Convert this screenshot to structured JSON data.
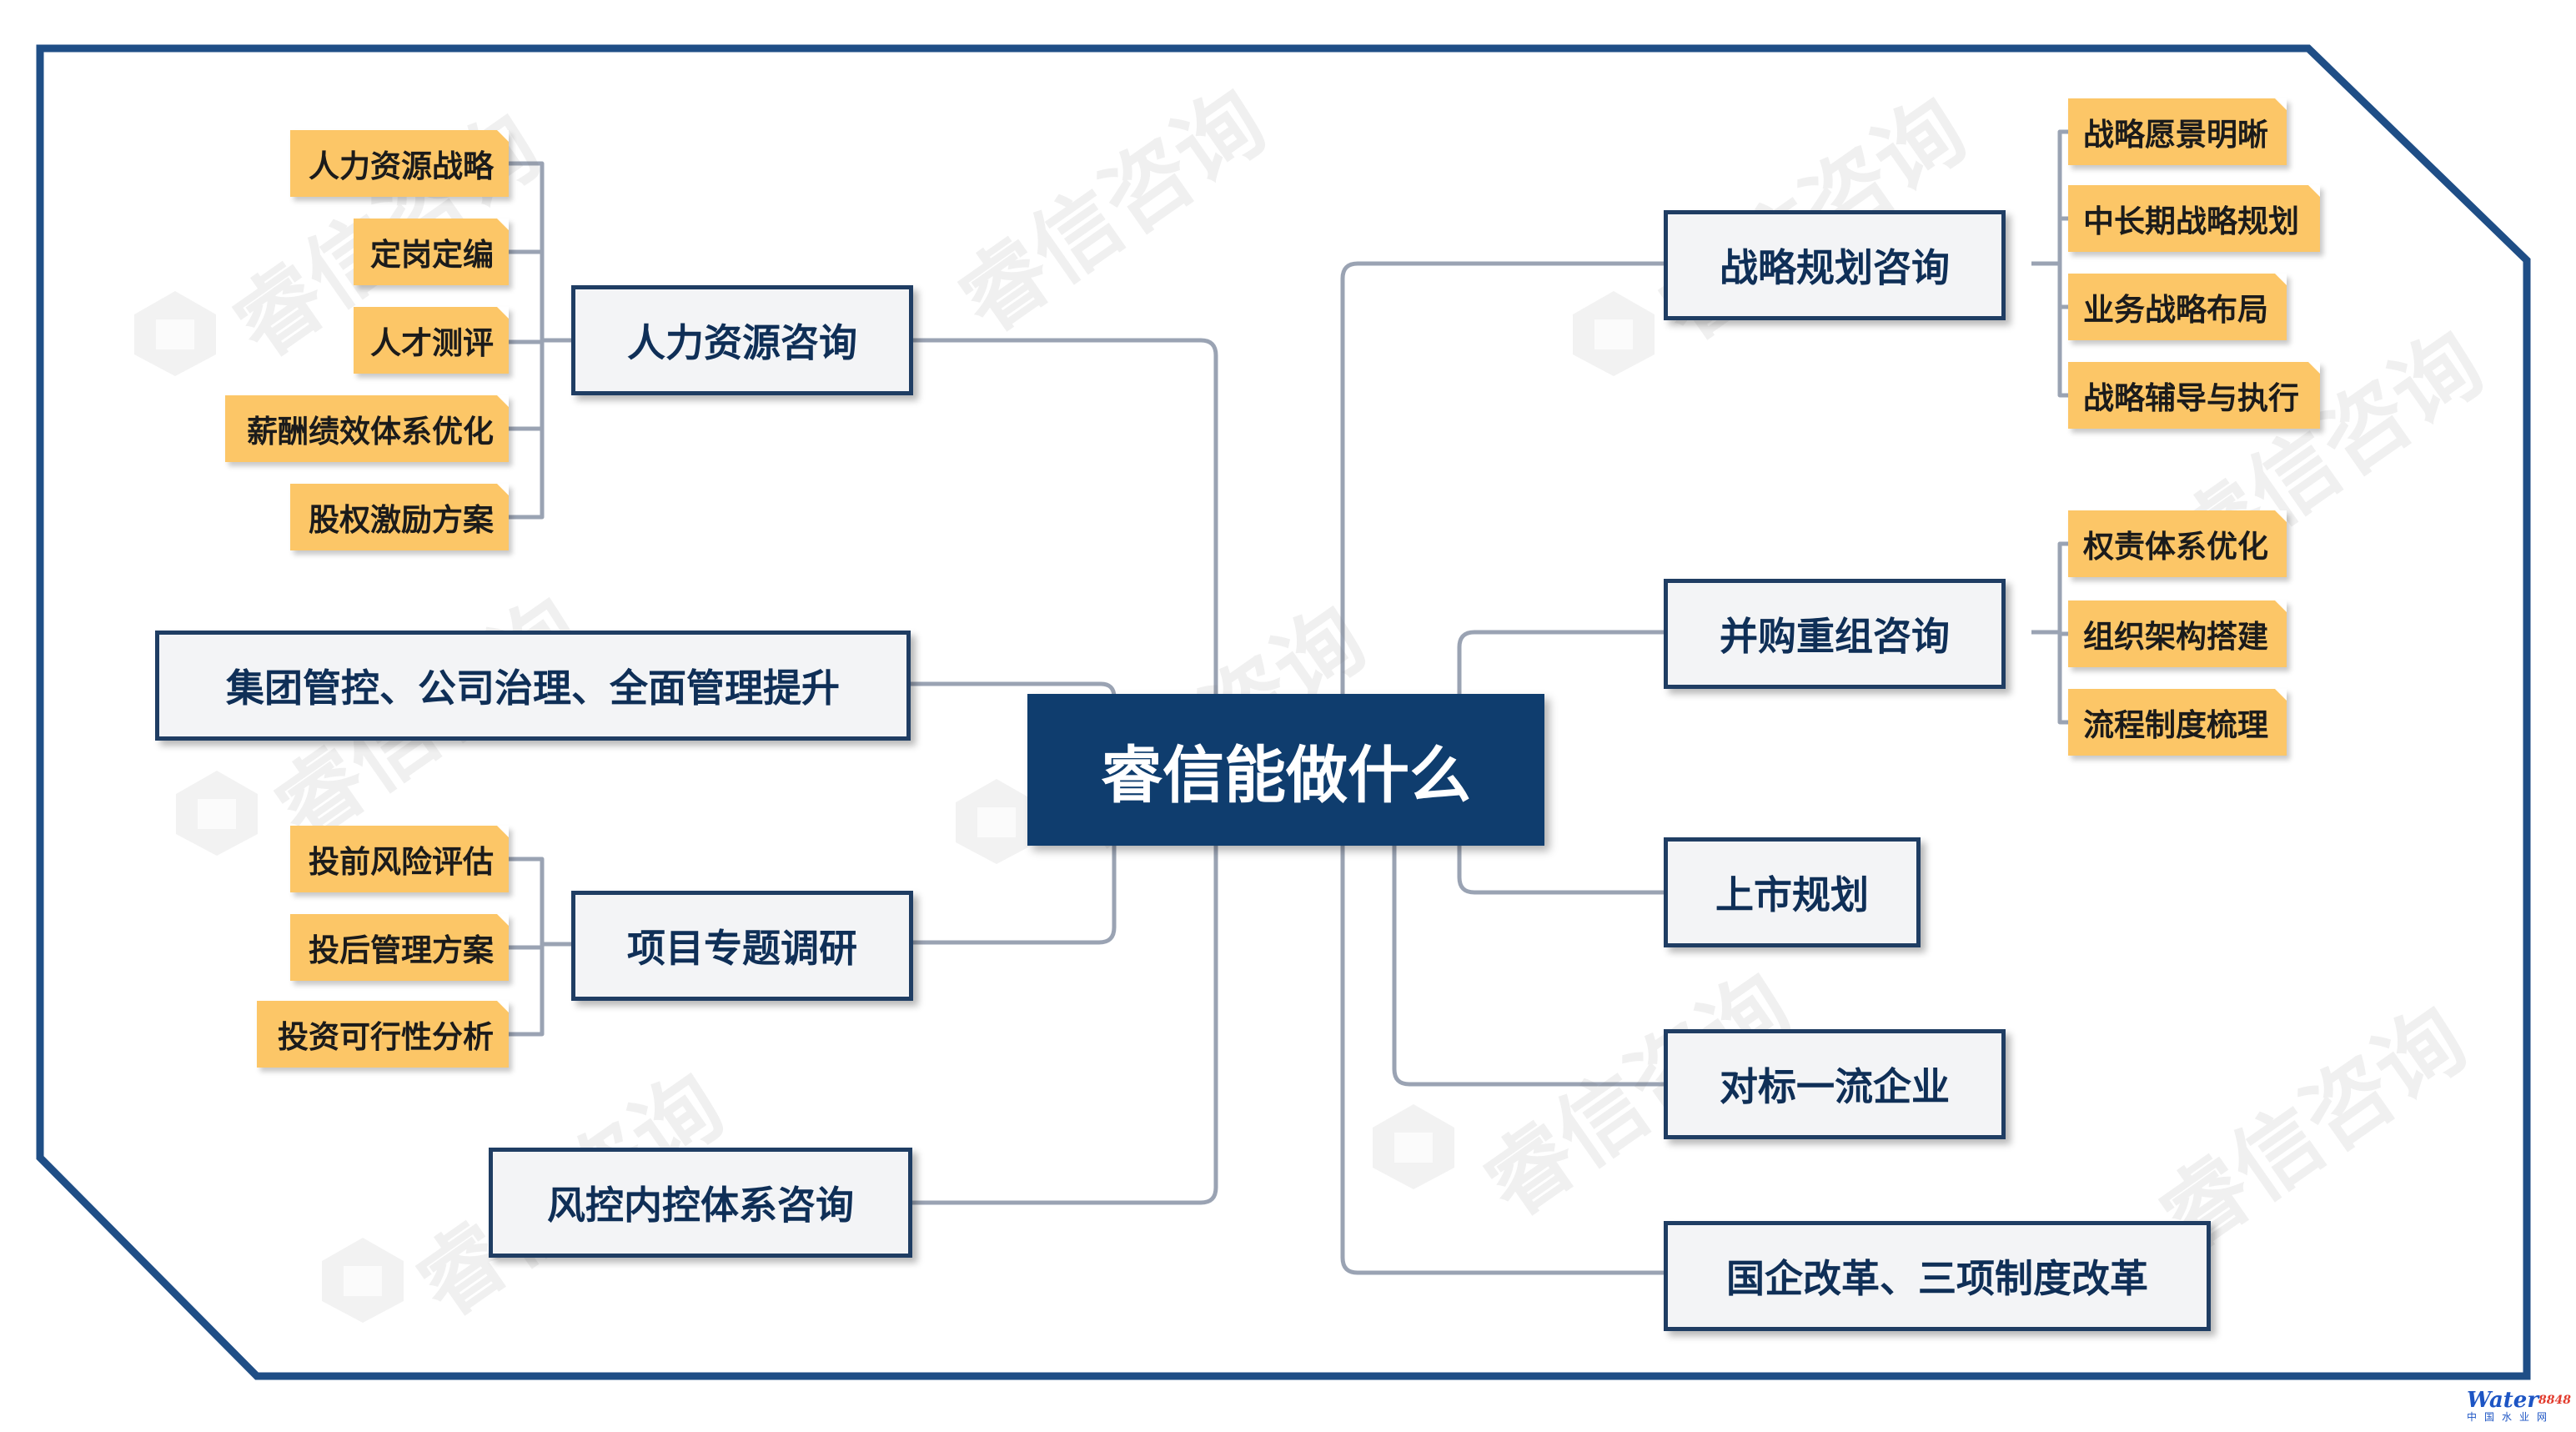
{
  "center": "睿信能做什么",
  "left": {
    "hr": {
      "label": "人力资源咨询",
      "items": [
        "人力资源战略",
        "定岗定编",
        "人才测评",
        "薪酬绩效体系优化",
        "股权激励方案"
      ]
    },
    "group": {
      "label": "集团管控、公司治理、全面管理提升"
    },
    "project": {
      "label": "项目专题调研",
      "items": [
        "投前风险评估",
        "投后管理方案",
        "投资可行性分析"
      ]
    },
    "risk": {
      "label": "风控内控体系咨询"
    }
  },
  "right": {
    "strategy": {
      "label": "战略规划咨询",
      "items": [
        "战略愿景明晰",
        "中长期战略规划",
        "业务战略布局",
        "战略辅导与执行"
      ]
    },
    "ma": {
      "label": "并购重组咨询",
      "items": [
        "权责体系优化",
        "组织架构搭建",
        "流程制度梳理"
      ]
    },
    "ipo": {
      "label": "上市规划"
    },
    "benchmark": {
      "label": "对标一流企业"
    },
    "soe": {
      "label": "国企改革、三项制度改革"
    }
  },
  "watermark": "睿信咨询",
  "corner_logo": {
    "brand": "Water",
    "number": "8848",
    "sub": "中国水业网"
  },
  "colors": {
    "frame": "#1f4e86",
    "center_fill": "#0f3d6e",
    "box_border": "#1f3d63",
    "leaf_fill": "#fcc667",
    "connector": "#9aa3b3"
  }
}
